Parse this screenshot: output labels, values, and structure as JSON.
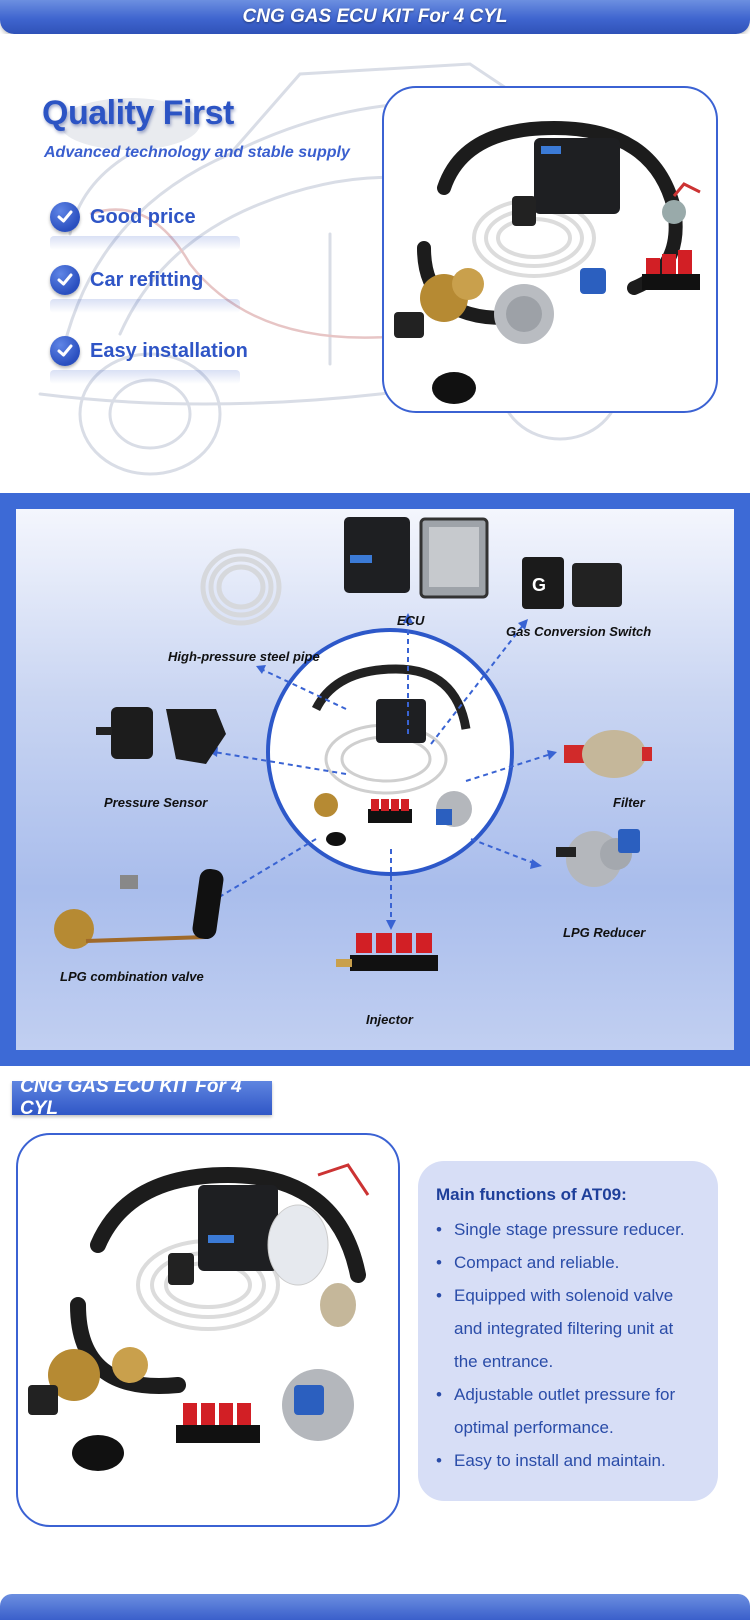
{
  "header": {
    "title": "CNG GAS ECU KIT For 4 CYL"
  },
  "intro": {
    "title": "Quality First",
    "subtitle": "Advanced technology and stable supply",
    "features": [
      "Good price",
      "Car refitting",
      "Easy installation"
    ]
  },
  "components": {
    "ecu": "ECU",
    "steel_pipe": "High-pressure steel pipe",
    "switch": "Gas Conversion Switch",
    "pressure_sensor": "Pressure Sensor",
    "filter": "Filter",
    "reducer": "LPG Reducer",
    "valve": "LPG combination valve",
    "injector": "Injector"
  },
  "section2": {
    "title": "CNG GAS ECU KIT For 4 CYL"
  },
  "functions": {
    "title": "Main functions of AT09:",
    "items": [
      "Single stage pressure reducer.",
      "Compact and reliable.",
      "Equipped with solenoid valve",
      "and integrated filtering unit at",
      "the entrance.",
      "Adjustable outlet pressure for",
      "optimal performance.",
      "Easy to install and maintain."
    ]
  },
  "colors": {
    "brand_blue": "#3d6ad6",
    "text_blue": "#2f55c6",
    "panel": "#d7def6"
  }
}
